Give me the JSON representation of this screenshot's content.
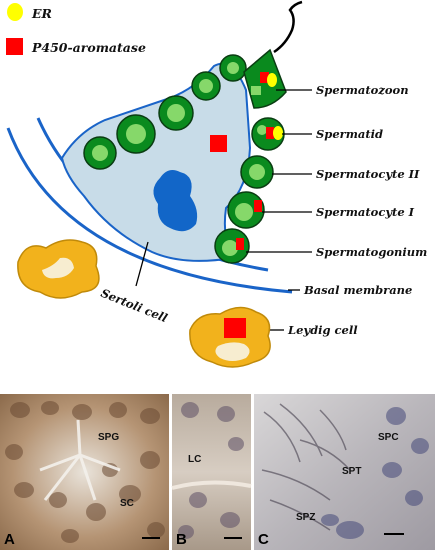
{
  "colors": {
    "er": "#ffff00",
    "aromatase": "#ff0000",
    "cell_green": "#0a8a1e",
    "cell_light": "#86d86a",
    "sertoli_fill": "#c8dce8",
    "nucleus_blue": "#1266c8",
    "membrane_blue": "#1a64c8",
    "leydig_orange": "#f2b21c"
  },
  "legend": {
    "er_label": "ER",
    "aromatase_label": "P450-aromatase"
  },
  "labels": {
    "spermatozoon": "Spermatozoon",
    "spermatid": "Spermatid",
    "spermatocyte2": "Spermatocyte II",
    "spermatocyte1": "Spermatocyte I",
    "spermatogonium": "Spermatogonium",
    "basal_membrane": "Basal membrane",
    "sertoli_cell": "Sertoli cell",
    "leydig_cell": "Leydig cell"
  },
  "panels": [
    {
      "letter": "A",
      "labels": [
        "SPG",
        "SC"
      ]
    },
    {
      "letter": "B",
      "labels": [
        "LC"
      ]
    },
    {
      "letter": "C",
      "labels": [
        "SPC",
        "SPT",
        "SPZ"
      ]
    }
  ],
  "icons": {
    "er": "yellow-ellipse",
    "aromatase": "red-square"
  }
}
